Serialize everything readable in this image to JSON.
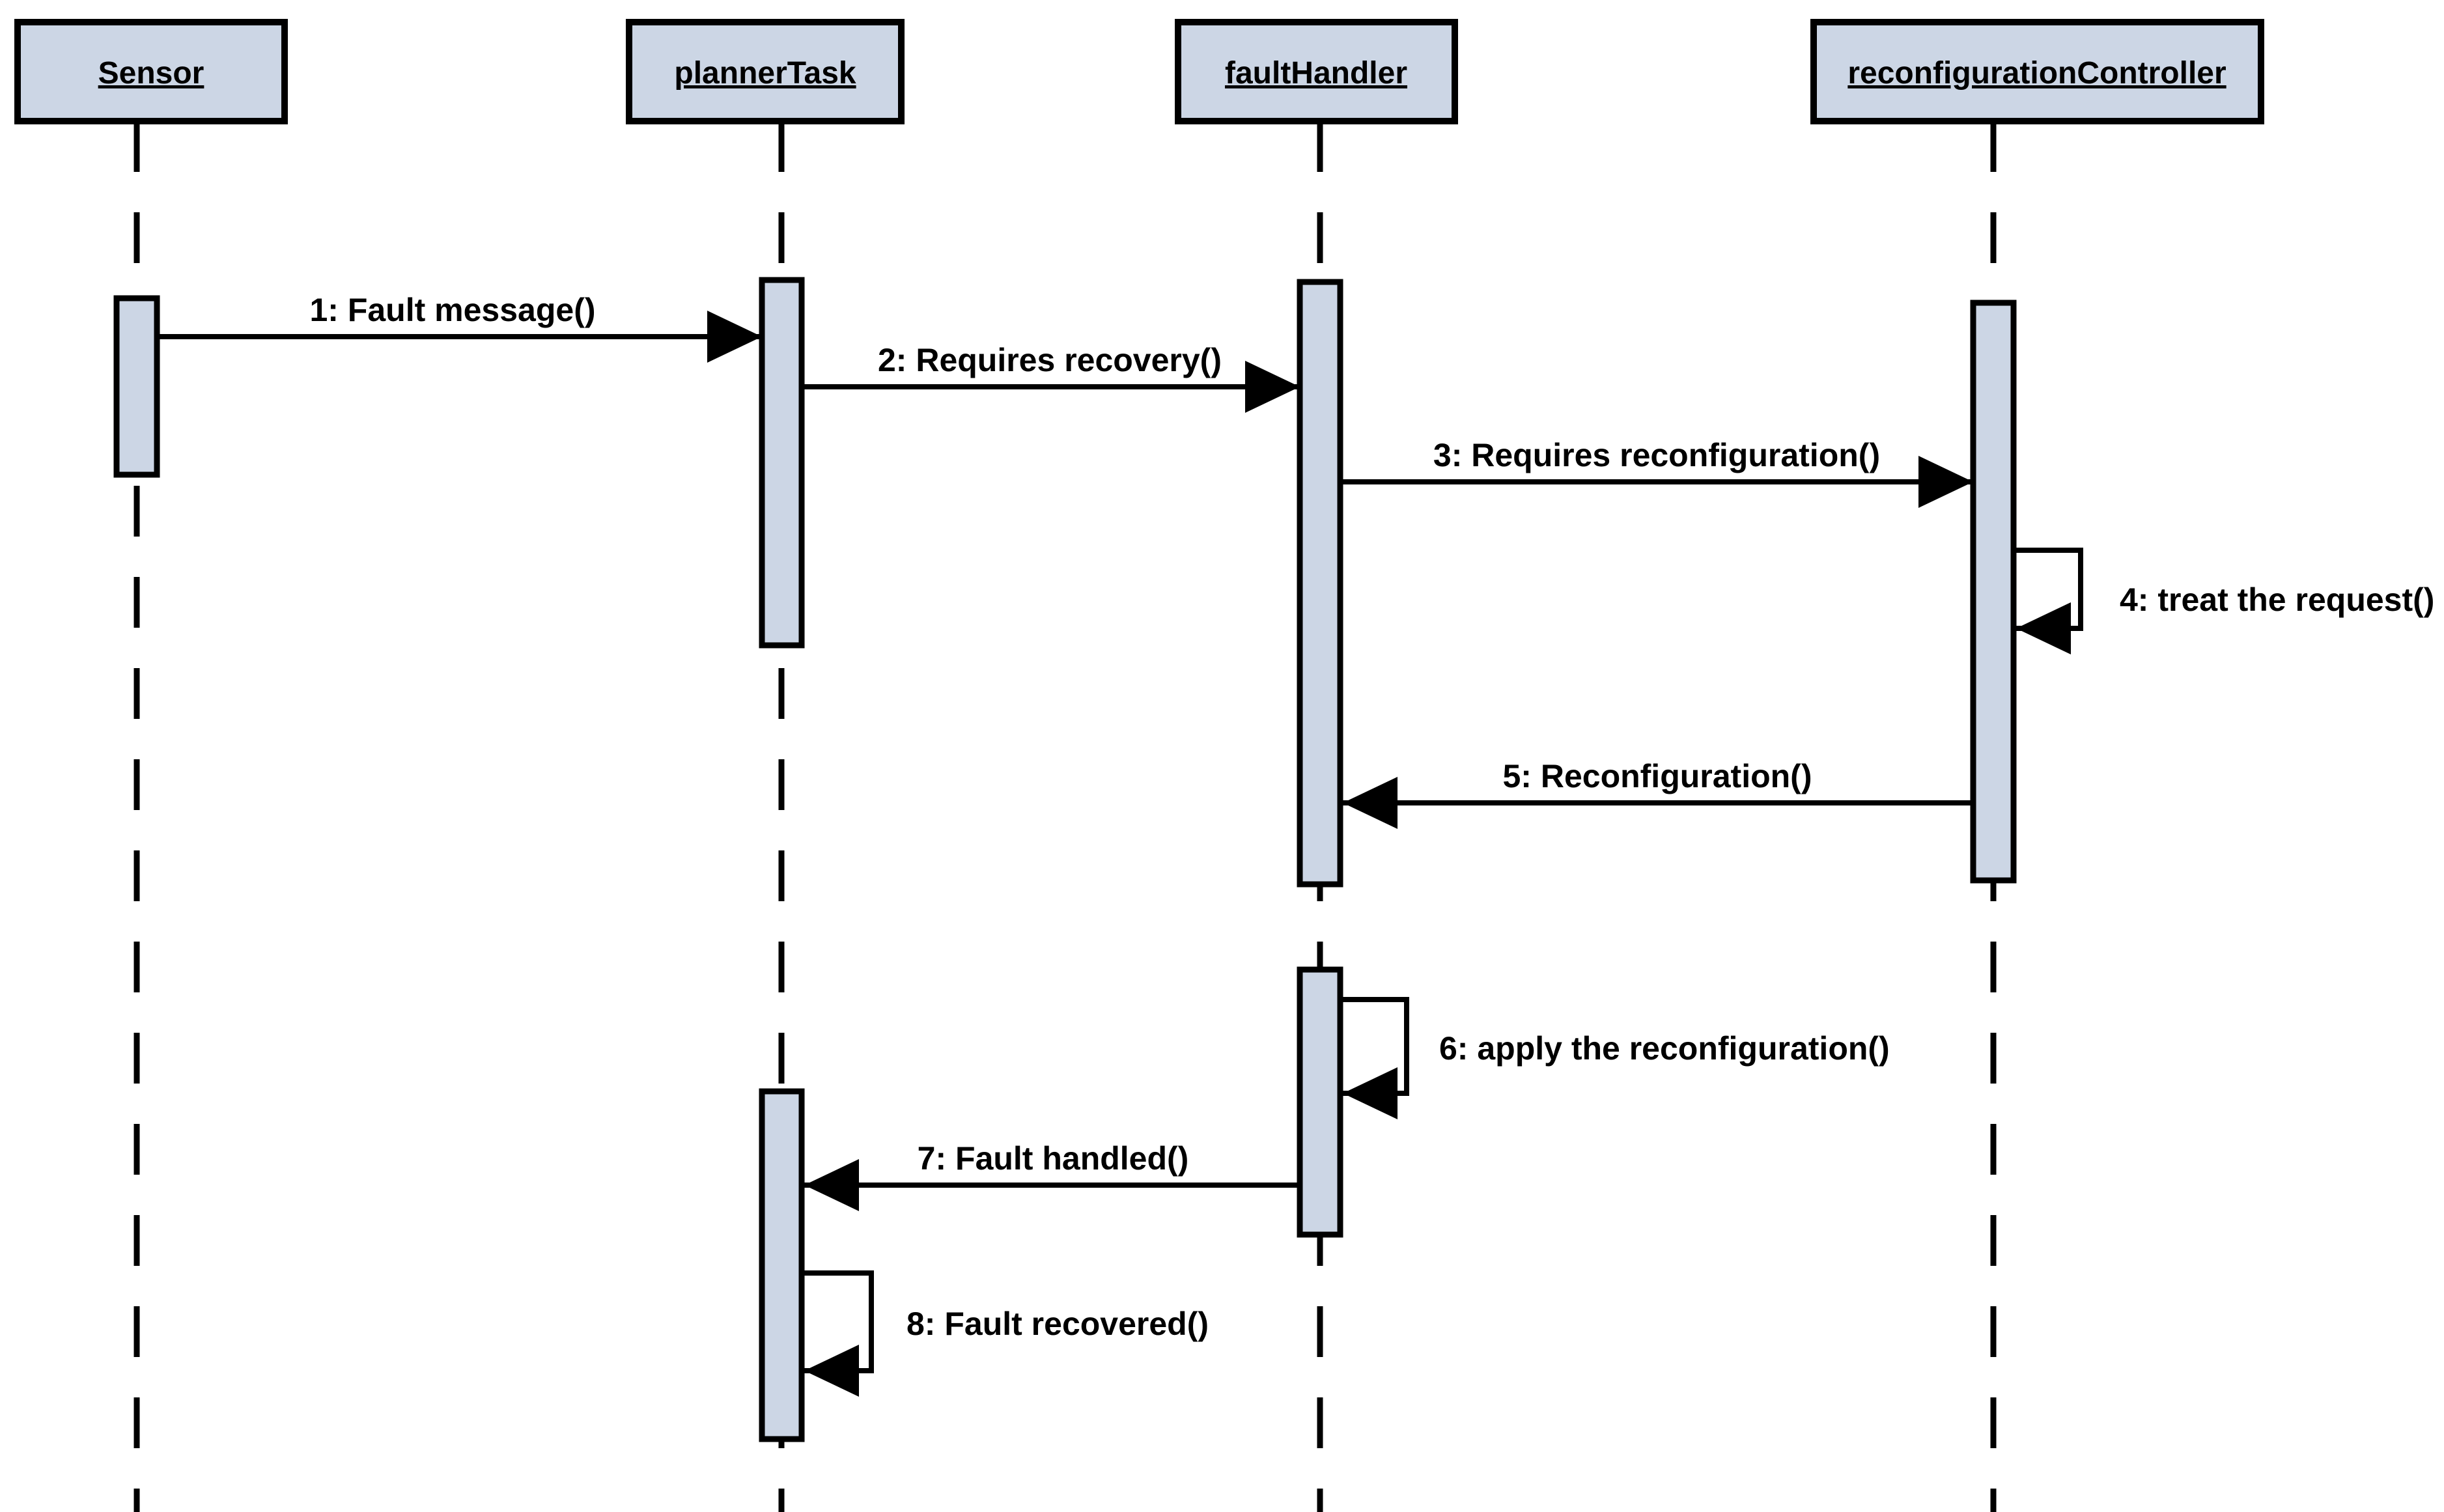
{
  "diagram_type": "uml-sequence-diagram",
  "colors": {
    "box_fill": "#ccd6e5",
    "line_color": "#000000",
    "background": "#ffffff"
  },
  "actors": [
    {
      "name": "Sensor"
    },
    {
      "name": "plannerTask"
    },
    {
      "name": "faultHandler"
    },
    {
      "name": "reconfigurationController"
    }
  ],
  "messages": [
    {
      "label": "1: Fault message()",
      "from": "Sensor",
      "to": "plannerTask",
      "type": "call"
    },
    {
      "label": "2: Requires recovery()",
      "from": "plannerTask",
      "to": "faultHandler",
      "type": "call"
    },
    {
      "label": "3: Requires reconfiguration()",
      "from": "faultHandler",
      "to": "reconfigurationController",
      "type": "call"
    },
    {
      "label": "4: treat the request()",
      "from": "reconfigurationController",
      "to": "reconfigurationController",
      "type": "self"
    },
    {
      "label": "5: Reconfiguration()",
      "from": "reconfigurationController",
      "to": "faultHandler",
      "type": "call"
    },
    {
      "label": "6: apply the reconfiguration()",
      "from": "faultHandler",
      "to": "faultHandler",
      "type": "self"
    },
    {
      "label": "7: Fault handled()",
      "from": "faultHandler",
      "to": "plannerTask",
      "type": "call"
    },
    {
      "label": "8: Fault recovered()",
      "from": "plannerTask",
      "to": "plannerTask",
      "type": "self"
    }
  ]
}
